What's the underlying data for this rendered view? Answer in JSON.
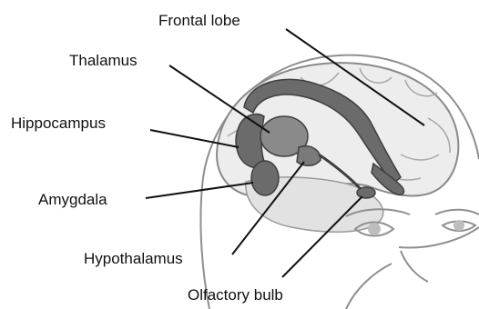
{
  "labels": {
    "frontal_lobe": "Frontal lobe",
    "thalamus": "Thalamus",
    "hippocampus": "Hippocampus",
    "amygdala": "Amygdala",
    "hypothalamus": "Hypothalamus",
    "olfactory_bulb": "Olfactory bulb"
  },
  "colors": {
    "background": "#ffffff",
    "head_outline": "#8a8a8a",
    "brain_fill": "#ececec",
    "limbic_fill": "#6b6b6b",
    "leader_line": "#111111",
    "text": "#111111"
  }
}
